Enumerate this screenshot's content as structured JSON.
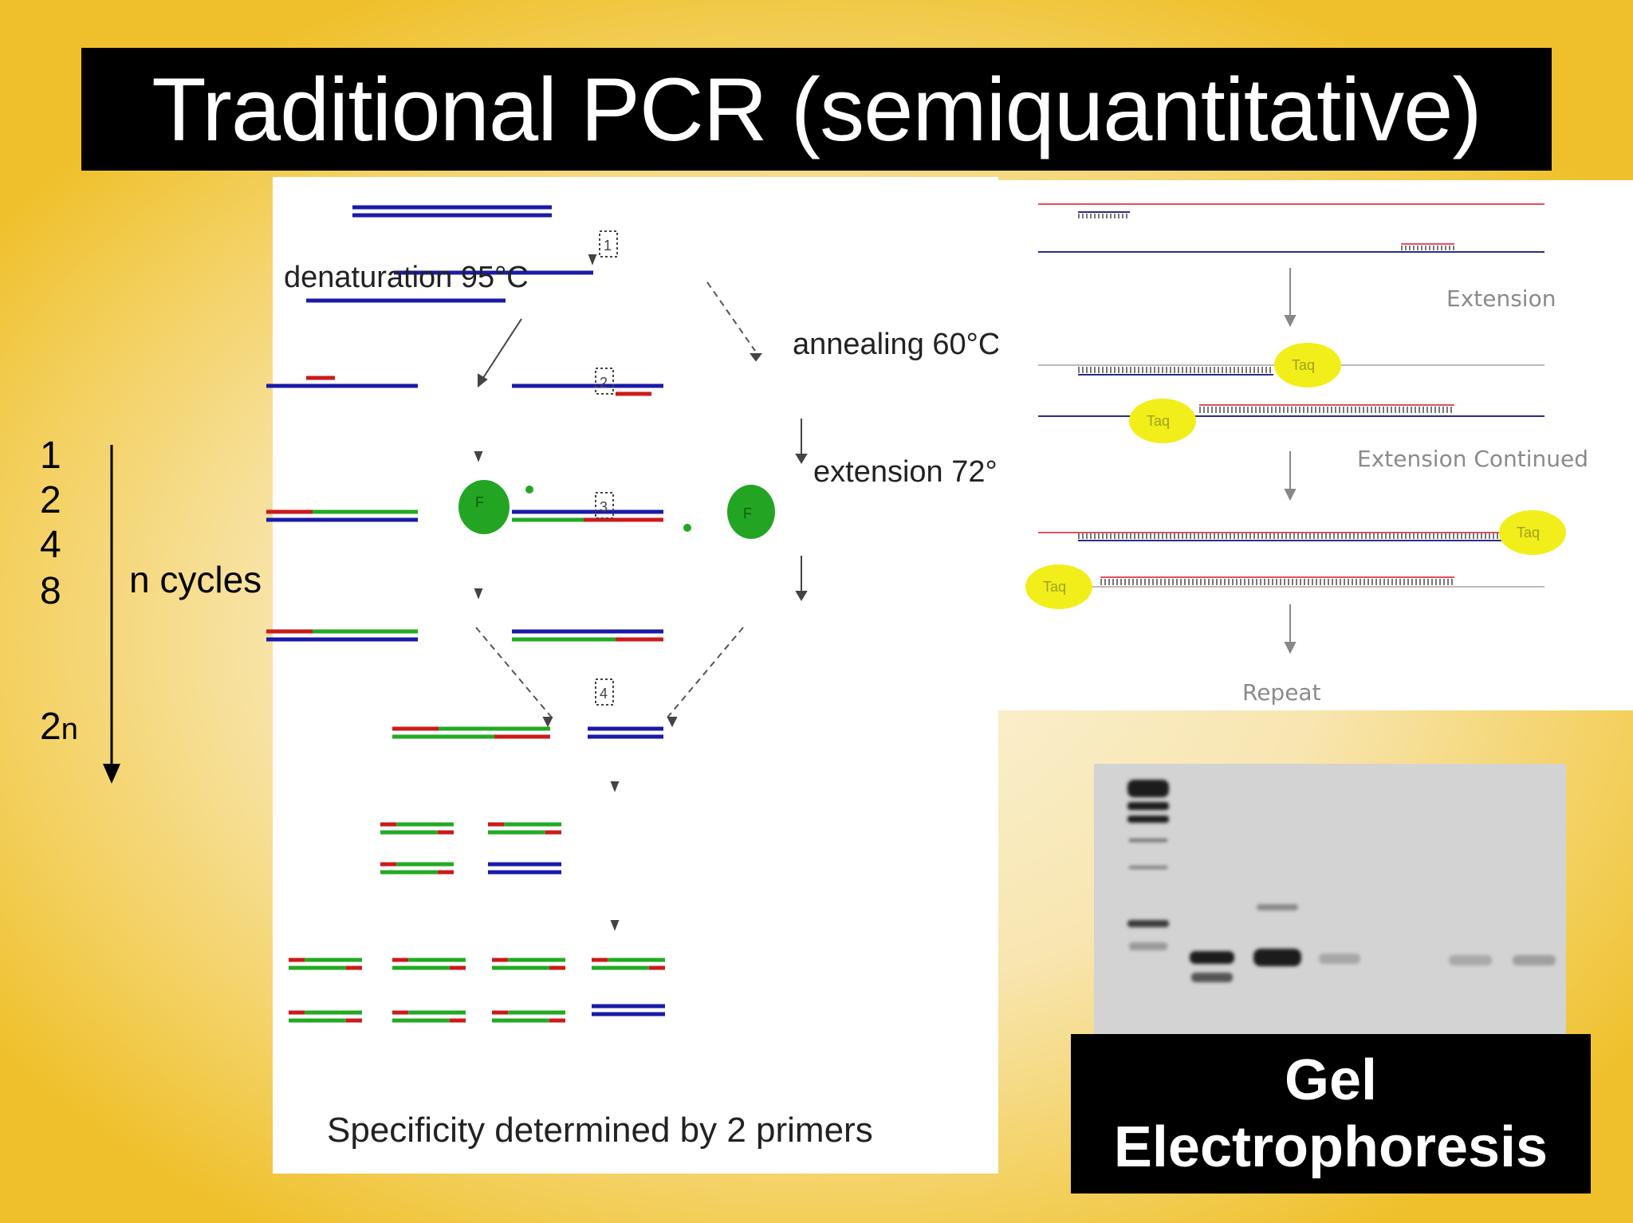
{
  "title": "Traditional PCR (semiquantitative)",
  "cycles": {
    "numbers": [
      "1",
      "2",
      "4",
      "8"
    ],
    "final_base": "2",
    "final_exp": "n",
    "label": "n cycles"
  },
  "pcr_diagram": {
    "denaturation": "denaturation 95°C",
    "annealing": "annealing 60°C",
    "extension": "extension 72°C",
    "step_numbers": [
      "1",
      "2",
      "3",
      "4"
    ],
    "polymerase_letter": "F",
    "footer": "Specificity determined by 2 primers"
  },
  "extension_diagram": {
    "extension": "Extension",
    "extension_continued": "Extension Continued",
    "repeat": "Repeat",
    "taq": "Taq"
  },
  "gel_label": {
    "line1": "Gel",
    "line2": "Electrophoresis"
  },
  "colors": {
    "template_strand": "#1a1aa8",
    "primer": "#cc1a1a",
    "new_strand": "#22aa22",
    "taq": "#f2ee1a",
    "background_gold": "#efc02b"
  }
}
